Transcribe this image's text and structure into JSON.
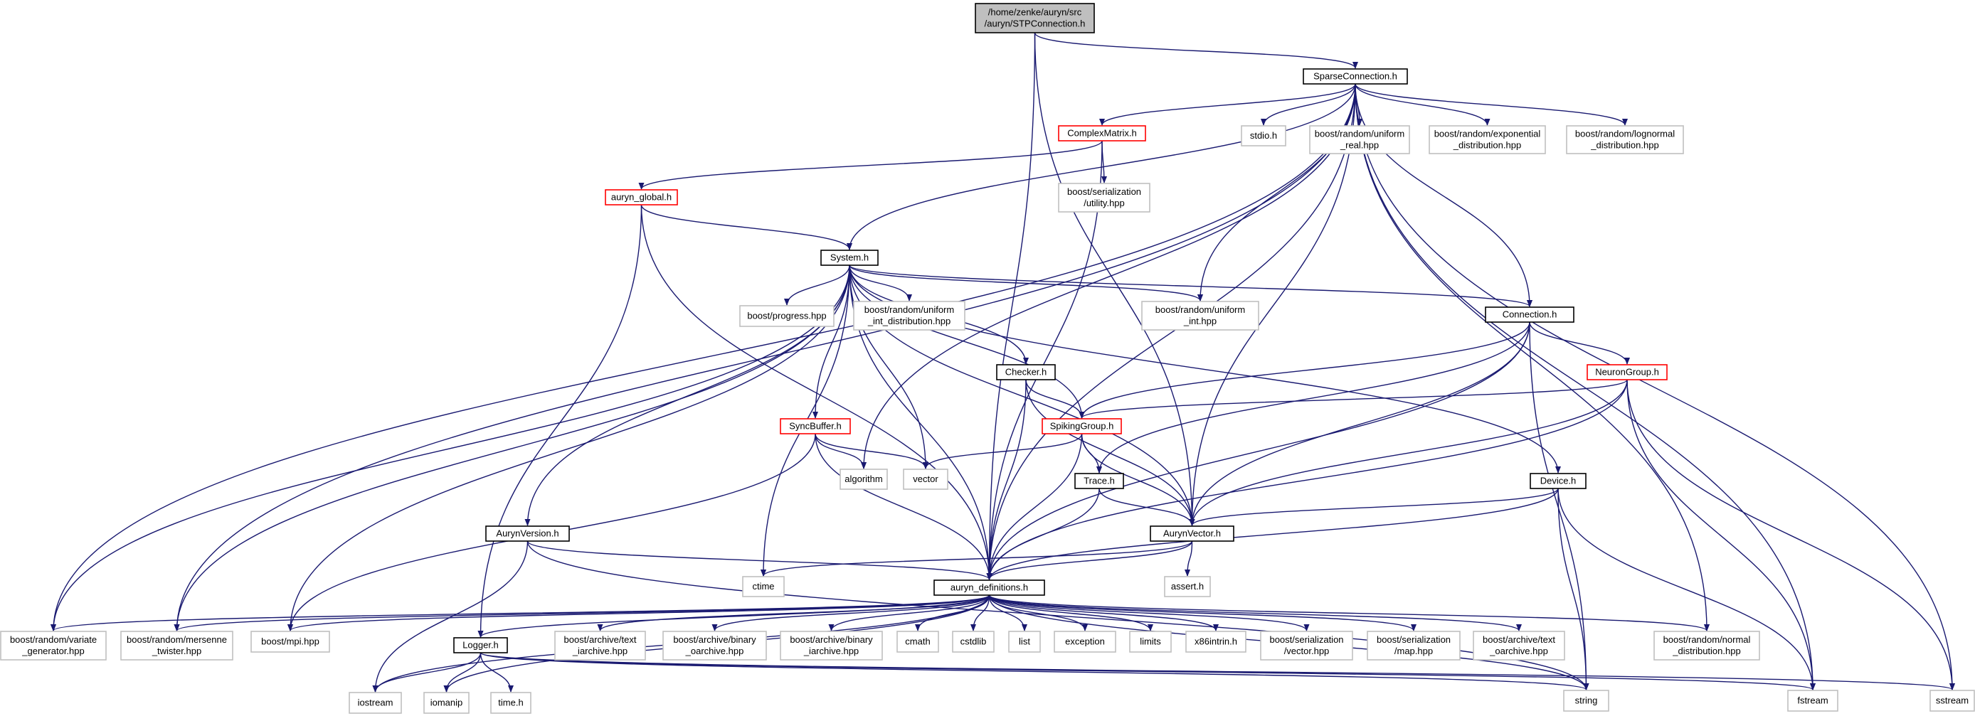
{
  "graph": {
    "colors": {
      "edge": "#191970",
      "root_fill": "#bfbfbf",
      "red_border": "#ff0000",
      "ext_border": "#bfbfbf",
      "normal_border": "#000000"
    },
    "nodes": [
      {
        "id": "root",
        "kind": "root",
        "lines": [
          "/home/zenke/auryn/src",
          "/auryn/STPConnection.h"
        ]
      },
      {
        "id": "sparse",
        "kind": "normal",
        "lines": [
          "SparseConnection.h"
        ]
      },
      {
        "id": "complex",
        "kind": "red",
        "lines": [
          "ComplexMatrix.h"
        ]
      },
      {
        "id": "stdio",
        "kind": "ext",
        "lines": [
          "stdio.h"
        ]
      },
      {
        "id": "ureal",
        "kind": "ext",
        "lines": [
          "boost/random/uniform",
          "_real.hpp"
        ]
      },
      {
        "id": "expdist",
        "kind": "ext",
        "lines": [
          "boost/random/exponential",
          "_distribution.hpp"
        ]
      },
      {
        "id": "lognorm",
        "kind": "ext",
        "lines": [
          "boost/random/lognormal",
          "_distribution.hpp"
        ]
      },
      {
        "id": "serutil",
        "kind": "ext",
        "lines": [
          "boost/serialization",
          "/utility.hpp"
        ]
      },
      {
        "id": "global",
        "kind": "red",
        "lines": [
          "auryn_global.h"
        ]
      },
      {
        "id": "system",
        "kind": "normal",
        "lines": [
          "System.h"
        ]
      },
      {
        "id": "progress",
        "kind": "ext",
        "lines": [
          "boost/progress.hpp"
        ]
      },
      {
        "id": "uintdist",
        "kind": "ext",
        "lines": [
          "boost/random/uniform",
          "_int_distribution.hpp"
        ]
      },
      {
        "id": "uint",
        "kind": "ext",
        "lines": [
          "boost/random/uniform",
          "_int.hpp"
        ]
      },
      {
        "id": "connection",
        "kind": "normal",
        "lines": [
          "Connection.h"
        ]
      },
      {
        "id": "neurongroup",
        "kind": "red",
        "lines": [
          "NeuronGroup.h"
        ]
      },
      {
        "id": "checker",
        "kind": "normal",
        "lines": [
          "Checker.h"
        ]
      },
      {
        "id": "spikinggroup",
        "kind": "red",
        "lines": [
          "SpikingGroup.h"
        ]
      },
      {
        "id": "syncbuffer",
        "kind": "red",
        "lines": [
          "SyncBuffer.h"
        ]
      },
      {
        "id": "algorithm",
        "kind": "ext",
        "lines": [
          "algorithm"
        ]
      },
      {
        "id": "vector",
        "kind": "ext",
        "lines": [
          "vector"
        ]
      },
      {
        "id": "trace",
        "kind": "normal",
        "lines": [
          "Trace.h"
        ]
      },
      {
        "id": "device",
        "kind": "normal",
        "lines": [
          "Device.h"
        ]
      },
      {
        "id": "aurynvector",
        "kind": "normal",
        "lines": [
          "AurynVector.h"
        ]
      },
      {
        "id": "aurynversion",
        "kind": "normal",
        "lines": [
          "AurynVersion.h"
        ]
      },
      {
        "id": "ctime",
        "kind": "ext",
        "lines": [
          "ctime"
        ]
      },
      {
        "id": "defs",
        "kind": "normal",
        "lines": [
          "auryn_definitions.h"
        ]
      },
      {
        "id": "assert",
        "kind": "ext",
        "lines": [
          "assert.h"
        ]
      },
      {
        "id": "variate",
        "kind": "ext",
        "lines": [
          "boost/random/variate",
          "_generator.hpp"
        ]
      },
      {
        "id": "mersenne",
        "kind": "ext",
        "lines": [
          "boost/random/mersenne",
          "_twister.hpp"
        ]
      },
      {
        "id": "mpi",
        "kind": "ext",
        "lines": [
          "boost/mpi.hpp"
        ]
      },
      {
        "id": "logger",
        "kind": "normal",
        "lines": [
          "Logger.h"
        ]
      },
      {
        "id": "textiarchive",
        "kind": "ext",
        "lines": [
          "boost/archive/text",
          "_iarchive.hpp"
        ]
      },
      {
        "id": "binoarchive",
        "kind": "ext",
        "lines": [
          "boost/archive/binary",
          "_oarchive.hpp"
        ]
      },
      {
        "id": "biniarchive",
        "kind": "ext",
        "lines": [
          "boost/archive/binary",
          "_iarchive.hpp"
        ]
      },
      {
        "id": "cmath",
        "kind": "ext",
        "lines": [
          "cmath"
        ]
      },
      {
        "id": "cstdlib",
        "kind": "ext",
        "lines": [
          "cstdlib"
        ]
      },
      {
        "id": "list",
        "kind": "ext",
        "lines": [
          "list"
        ]
      },
      {
        "id": "exception",
        "kind": "ext",
        "lines": [
          "exception"
        ]
      },
      {
        "id": "limits",
        "kind": "ext",
        "lines": [
          "limits"
        ]
      },
      {
        "id": "x86",
        "kind": "ext",
        "lines": [
          "x86intrin.h"
        ]
      },
      {
        "id": "servector",
        "kind": "ext",
        "lines": [
          "boost/serialization",
          "/vector.hpp"
        ]
      },
      {
        "id": "sermap",
        "kind": "ext",
        "lines": [
          "boost/serialization",
          "/map.hpp"
        ]
      },
      {
        "id": "textoarchive",
        "kind": "ext",
        "lines": [
          "boost/archive/text",
          "_oarchive.hpp"
        ]
      },
      {
        "id": "normaldist",
        "kind": "ext",
        "lines": [
          "boost/random/normal",
          "_distribution.hpp"
        ]
      },
      {
        "id": "iostream",
        "kind": "ext",
        "lines": [
          "iostream"
        ]
      },
      {
        "id": "iomanip",
        "kind": "ext",
        "lines": [
          "iomanip"
        ]
      },
      {
        "id": "timeh",
        "kind": "ext",
        "lines": [
          "time.h"
        ]
      },
      {
        "id": "string",
        "kind": "ext",
        "lines": [
          "string"
        ]
      },
      {
        "id": "fstream",
        "kind": "ext",
        "lines": [
          "fstream"
        ]
      },
      {
        "id": "sstream",
        "kind": "ext",
        "lines": [
          "sstream"
        ]
      }
    ]
  }
}
